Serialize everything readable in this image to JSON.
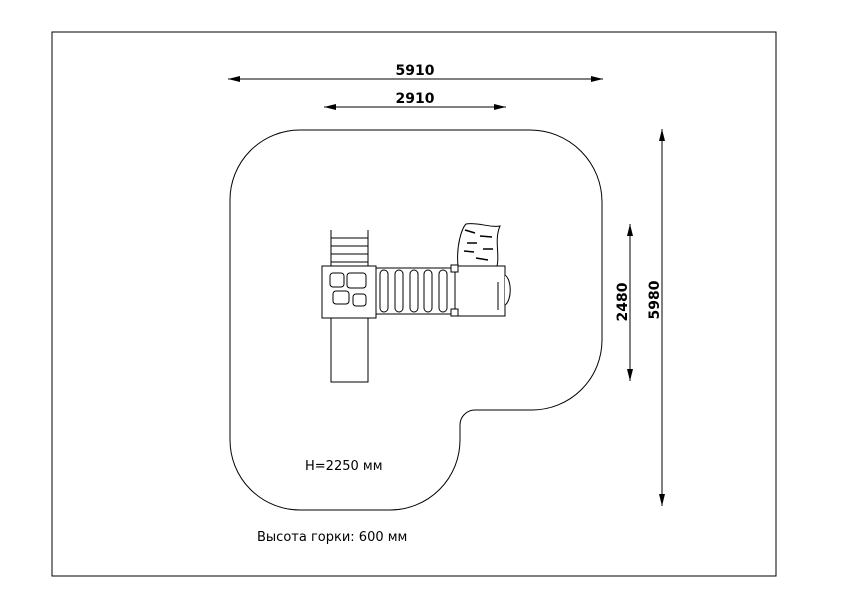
{
  "dimensions": {
    "overall_width": "5910",
    "equipment_width": "2910",
    "equipment_depth": "2480",
    "overall_depth": "5980"
  },
  "labels": {
    "height": "H=2250 мм",
    "slide_height": "Высота горки: 600 мм"
  }
}
